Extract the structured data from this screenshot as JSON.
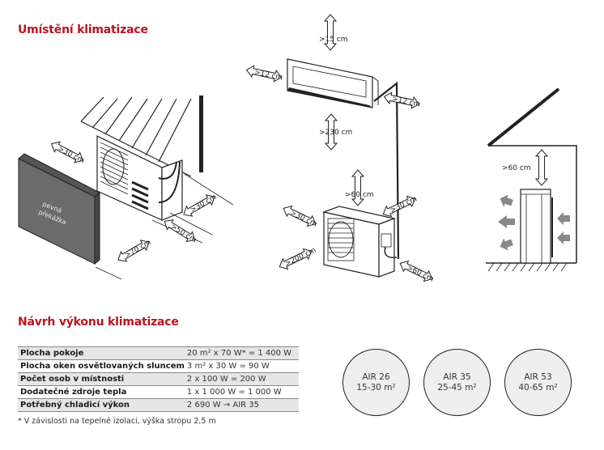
{
  "section_placement": {
    "title": "Umístění klimatizace",
    "diagram_outdoor": {
      "obstacle_label_line1": "pevná",
      "obstacle_label_line2": "překážka",
      "clearances": [
        ">30 cm",
        ">30 cm",
        ">50 cm",
        ">70 cm"
      ]
    },
    "diagram_split": {
      "indoor_clearances": [
        ">15 cm",
        ">12 cm",
        ">12 cm",
        ">230 cm"
      ],
      "outdoor_clearances": [
        ">60 cm",
        ">30 cm",
        ">30 cm",
        ">200 cm",
        ">60 cm"
      ]
    },
    "diagram_side": {
      "top_clearance": ">60 cm"
    }
  },
  "section_sizing": {
    "title": "Návrh výkonu klimatizace",
    "rows": [
      {
        "label": "Plocha pokoje",
        "value": "20 m² x 70 W* = 1 400 W"
      },
      {
        "label": "Plocha oken osvětlovaných sluncem",
        "value": "3 m² x 30 W = 90 W"
      },
      {
        "label": "Počet osob v místnosti",
        "value": "2 x 100 W = 200 W"
      },
      {
        "label": "Dodatečné zdroje tepla",
        "value": "1 x 1 000 W = 1 000 W"
      },
      {
        "label": "Potřebný chladicí výkon",
        "value": "2 690 W → AIR 35"
      }
    ],
    "footnote": "* V závislosti na tepelné izolaci, výška stropu 2,5 m",
    "models": [
      {
        "name": "AIR 26",
        "range": "15-30 m²"
      },
      {
        "name": "AIR 35",
        "range": "25-45 m²"
      },
      {
        "name": "AIR 53",
        "range": "40-65 m²"
      }
    ]
  }
}
